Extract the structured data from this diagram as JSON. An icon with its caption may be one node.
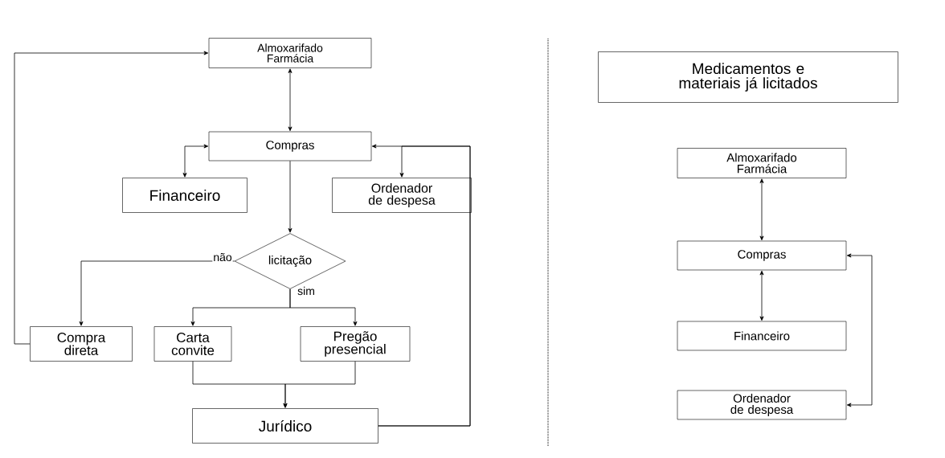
{
  "diagram": {
    "nodes": [
      {
        "text": [
          "Almoxarifado Farmácia"
        ]
      },
      {
        "text": [
          "Compras"
        ]
      },
      {
        "text": [
          "Financeiro"
        ]
      },
      {
        "text": [
          "Ordenador de despesa"
        ]
      },
      {
        "text": [
          "licitação"
        ]
      },
      {
        "text": [
          "Compra direta"
        ]
      },
      {
        "text": [
          "Carta convite"
        ]
      },
      {
        "text": [
          "Pregão presencial"
        ]
      },
      {
        "text": [
          "Jurídico"
        ]
      },
      {
        "text": [
          "Medicamentos e materiais já licitados"
        ]
      },
      {
        "text": [
          "Almoxarifado Farmácia"
        ]
      },
      {
        "text": [
          "Compras"
        ]
      },
      {
        "text": [
          "Financeiro"
        ]
      },
      {
        "text": [
          "Ordenador de despesa"
        ]
      }
    ],
    "edges": [
      {
        "from": 0,
        "to": 1,
        "arrow": "both"
      },
      {
        "from": 1,
        "to": 2,
        "arrow": "both"
      },
      {
        "from": 8,
        "to": 1,
        "arrow": "to"
      },
      {
        "from": 8,
        "to": 3,
        "arrow": "to"
      },
      {
        "from": 1,
        "to": 4,
        "arrow": "to"
      },
      {
        "from": 4,
        "to": 5,
        "arrow": "to",
        "label": "não"
      },
      {
        "from": 4,
        "to": 6,
        "arrow": "to",
        "label": "sim"
      },
      {
        "from": 4,
        "to": 7,
        "arrow": "to"
      },
      {
        "from": 6,
        "to": 8,
        "arrow": "to"
      },
      {
        "from": 7,
        "to": 8,
        "arrow": "to"
      },
      {
        "from": 5,
        "to": 0,
        "arrow": "to"
      },
      {
        "from": 10,
        "to": 11,
        "arrow": "both"
      },
      {
        "from": 11,
        "to": 12,
        "arrow": "both"
      },
      {
        "from": 11,
        "to": 13,
        "arrow": "both"
      }
    ]
  }
}
